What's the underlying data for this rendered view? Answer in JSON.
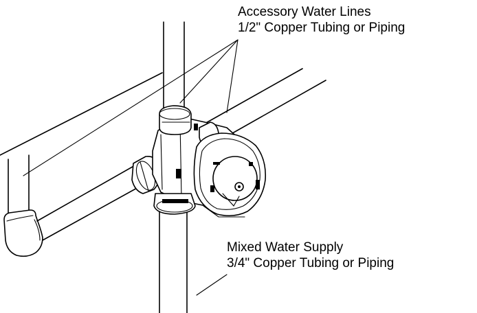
{
  "labels": {
    "accessory": {
      "line1": "Accessory Water Lines",
      "line2": "1/2\" Copper Tubing or Piping"
    },
    "mixed": {
      "line1": "Mixed Water Supply",
      "line2": "3/4\" Copper Tubing or Piping"
    }
  },
  "colors": {
    "ink": "#000000",
    "background": "#ffffff"
  }
}
